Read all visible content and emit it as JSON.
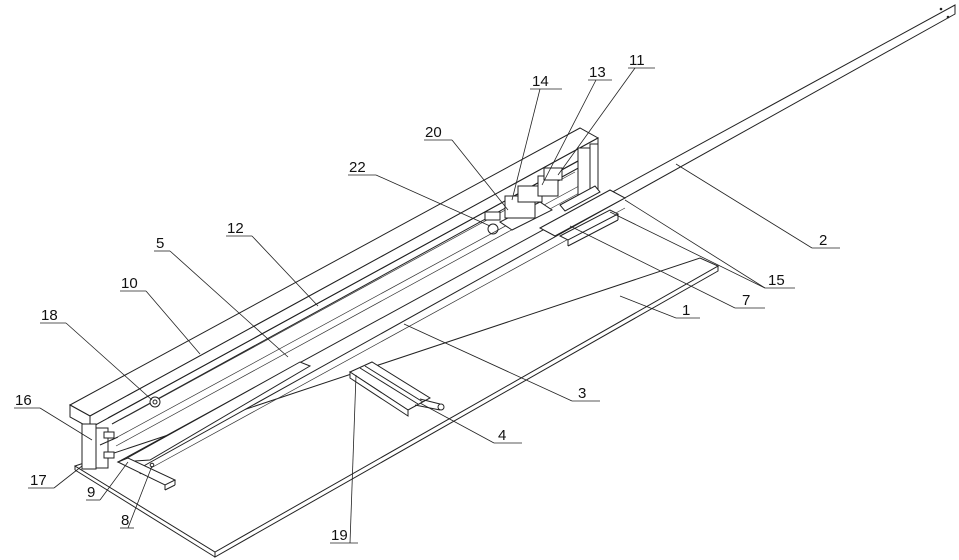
{
  "figure": {
    "labels": {
      "l1": "1",
      "l2": "2",
      "l3": "3",
      "l4": "4",
      "l5": "5",
      "l7": "7",
      "l8": "8",
      "l9": "9",
      "l10": "10",
      "l11": "11",
      "l12": "12",
      "l13": "13",
      "l14": "14",
      "l15": "15",
      "l16": "16",
      "l17": "17",
      "l18": "18",
      "l19": "19",
      "l20": "20",
      "l22": "22"
    }
  }
}
